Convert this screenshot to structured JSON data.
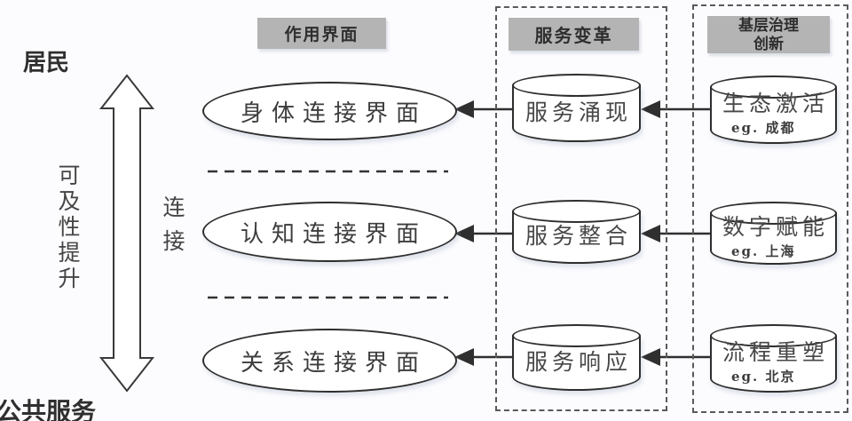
{
  "labels": {
    "residents": "居民",
    "public_service": "公共服务",
    "accessibility": "可及性提升",
    "connection": "连接"
  },
  "interface_column": {
    "header": "作用界面",
    "items": [
      {
        "label": "身体连接界面"
      },
      {
        "label": "认知连接界面"
      },
      {
        "label": "关系连接界面"
      }
    ]
  },
  "service_column": {
    "header": "服务变革",
    "items": [
      {
        "label": "服务涌现"
      },
      {
        "label": "服务整合"
      },
      {
        "label": "服务响应"
      }
    ]
  },
  "governance_column": {
    "header_line1": "基层治理",
    "header_line2": "创新",
    "items": [
      {
        "label": "生态激活",
        "example": "eg. 成都"
      },
      {
        "label": "数字赋能",
        "example": "eg. 上海"
      },
      {
        "label": "流程重塑",
        "example": "eg. 北京"
      }
    ]
  },
  "colors": {
    "header_bg": "#b4b4b4",
    "line": "#2f2f2f",
    "background": "#fcfcfe"
  }
}
